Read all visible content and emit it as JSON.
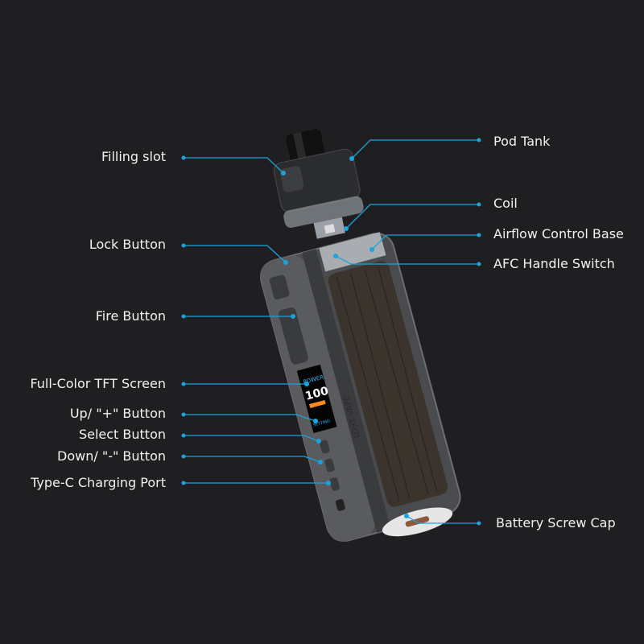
{
  "colors": {
    "background": "#1f1f21",
    "callout": "#1aa3dc",
    "label": "#f2f2f2"
  },
  "left_labels": [
    {
      "text": "Filling slot"
    },
    {
      "text": "Lock Button"
    },
    {
      "text": "Fire Button"
    },
    {
      "text": "Full-Color TFT Screen"
    },
    {
      "text": "Up/ \"+\" Button"
    },
    {
      "text": "Select Button"
    },
    {
      "text": "Down/ \"-\" Button"
    },
    {
      "text": "Type-C Charging Port"
    }
  ],
  "right_labels": [
    {
      "text": "Pod Tank"
    },
    {
      "text": "Coil"
    },
    {
      "text": "Airflow Control Base"
    },
    {
      "text": "AFC Handle Switch"
    },
    {
      "text": "Battery Screw Cap"
    }
  ],
  "device": {
    "brand_text": "LOST VAPE",
    "screen": {
      "mode": "POWER",
      "value": "100",
      "extra": "SETTING"
    }
  }
}
